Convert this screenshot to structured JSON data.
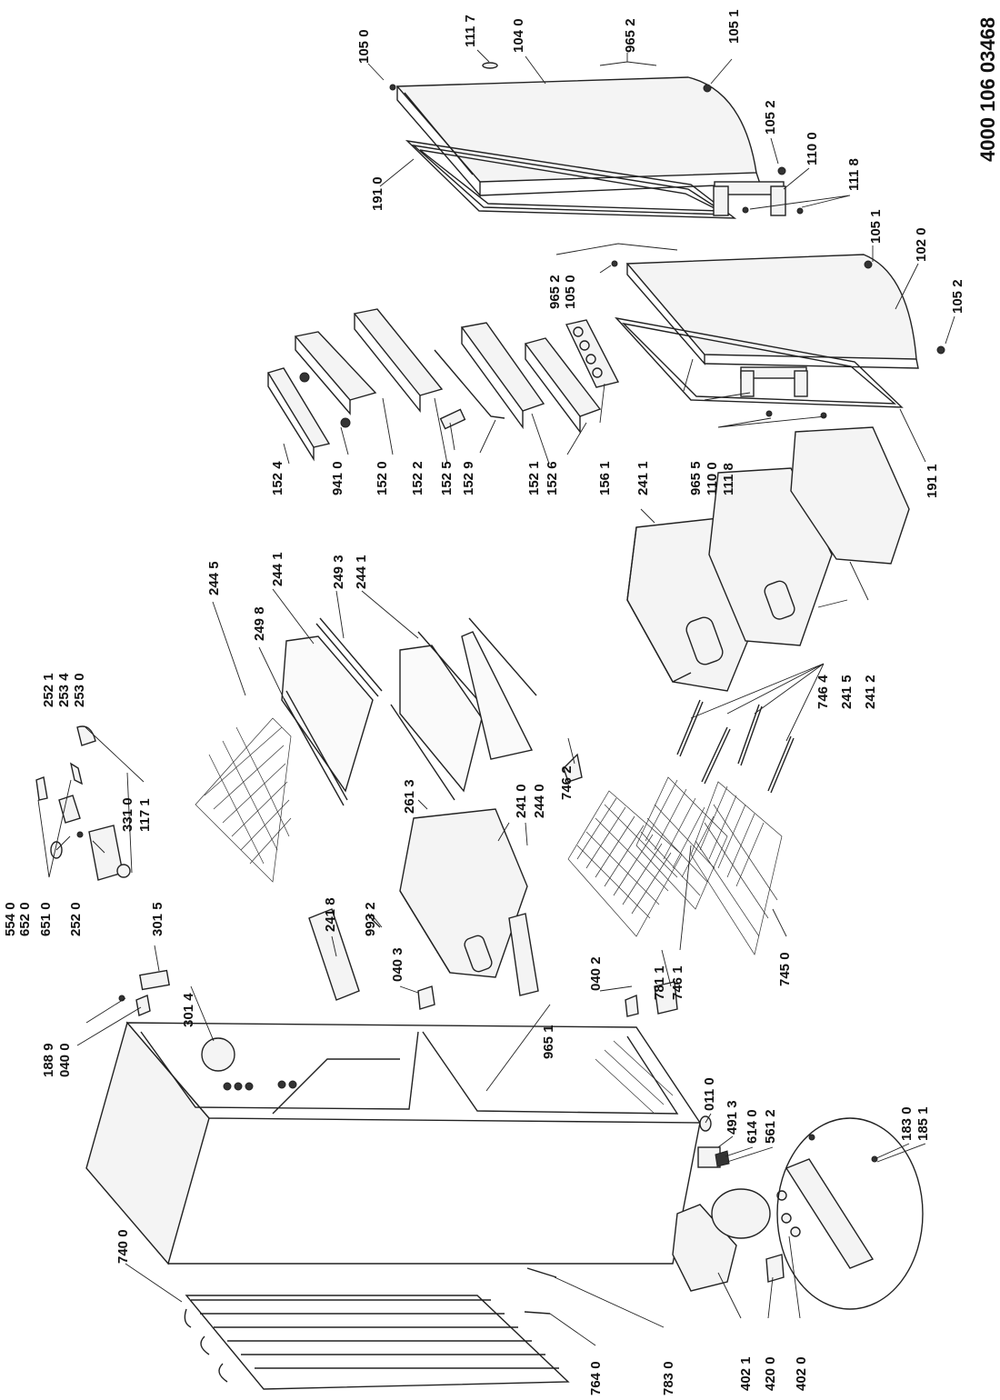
{
  "document": {
    "number": "4000 106 03468"
  },
  "labels": {
    "p1050": "105 0",
    "p1117": "111 7",
    "p1040": "104 0",
    "p9652": "965 2",
    "p1051": "105 1",
    "p1052": "105 2",
    "p1100": "110 0",
    "p1118": "111 8",
    "p1910": "191 0",
    "p1051b": "105 1",
    "p1020": "102 0",
    "p9652b": "965 2",
    "p1050b": "105 0",
    "p1052b": "105 2",
    "p1524": "152 4",
    "p9410": "941 0",
    "p1520": "152 0",
    "p1522": "152 2",
    "p1525": "152 5",
    "p1529": "152 9",
    "p1521": "152 1",
    "p1526": "152 6",
    "p1561": "156 1",
    "p2411": "241 1",
    "p9655": "965 5",
    "p1100b": "110 0",
    "p1118b": "111 8",
    "p1911": "191 1",
    "p2521": "252 1",
    "p2534": "253 4",
    "p2530": "253 0",
    "p2445": "244 5",
    "p2498": "249 8",
    "p2441": "244 1",
    "p2493": "249 3",
    "p2441b": "244 1",
    "p5540": "554 0",
    "p6520": "652 0",
    "p6510": "651 0",
    "p2520": "252 0",
    "p3310": "331 0",
    "p1171": "117 1",
    "p7464": "746 4",
    "p2415": "241 5",
    "p2412": "241 2",
    "p2613": "261 3",
    "p2410": "241 0",
    "p2440": "244 0",
    "p7462": "746 2",
    "p3015": "301 5",
    "p2418": "241 8",
    "p9932": "993 2",
    "p0403": "040 3",
    "p3014": "301 4",
    "p9651": "965 1",
    "p0402": "040 2",
    "p7811": "781 1",
    "p7461": "746 1",
    "p7450": "745 0",
    "p1889": "188 9",
    "p0400": "040 0",
    "p0110": "011 0",
    "p4913": "491 3",
    "p6140": "614 0",
    "p5612": "561 2",
    "p1830": "183 0",
    "p1851": "185 1",
    "p7400": "740 0",
    "p7640": "764 0",
    "p7830": "783 0",
    "p4021": "402 1",
    "p4200": "420 0",
    "p4020": "402 0"
  }
}
